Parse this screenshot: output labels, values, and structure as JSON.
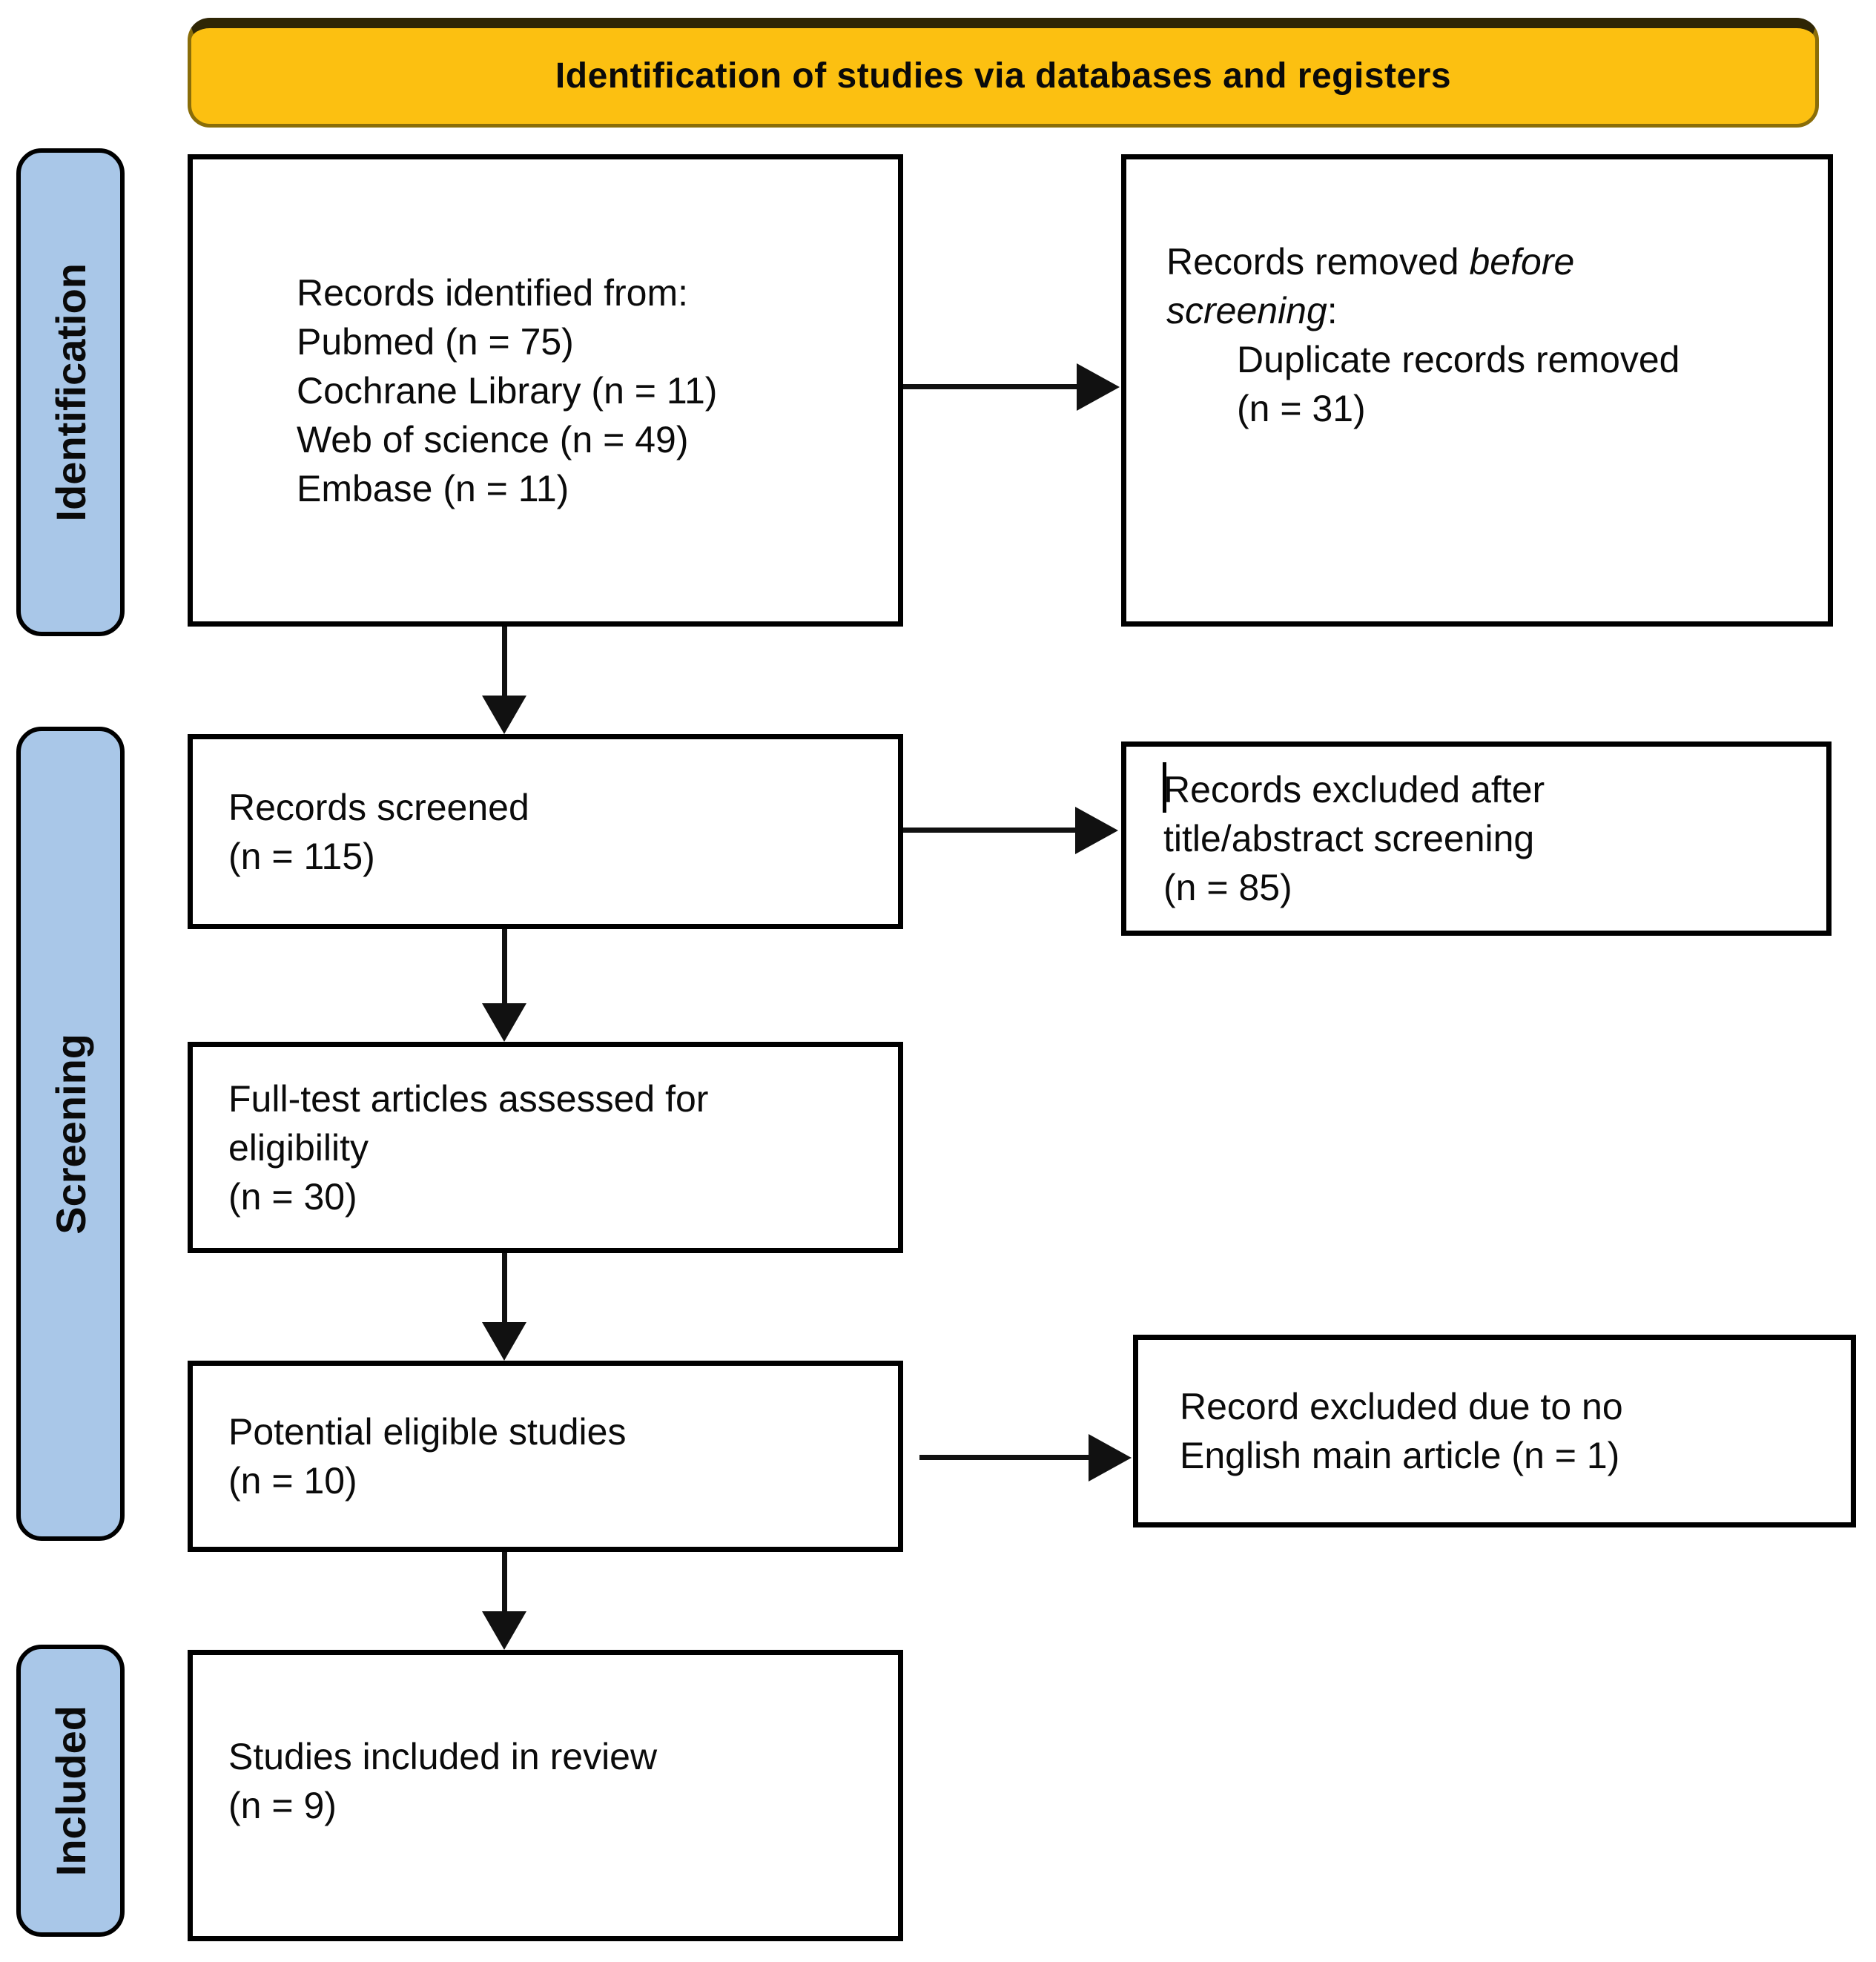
{
  "banner": {
    "title": "Identification of studies via databases and registers",
    "bg_color": "#FCC011",
    "border_color": "#8a6d08"
  },
  "phases": [
    {
      "label": "Identification"
    },
    {
      "label": "Screening"
    },
    {
      "label": "Included"
    }
  ],
  "phase_style": {
    "bg_color": "#A9C7E8",
    "border_color": "#000000"
  },
  "boxes": {
    "identified": {
      "lines": [
        "Records identified from:",
        "Pubmed (n = 75)",
        "Cochrane Library (n = 11)",
        "Web of science (n = 49)",
        "Embase (n = 11)"
      ]
    },
    "removed": {
      "l1a": "Records removed ",
      "l1b": "before",
      "l2a": "screening",
      "l2b": ":",
      "l3": "Duplicate records removed",
      "l4": "(n = 31)"
    },
    "screened": {
      "lines": [
        "Records screened",
        "(n = 115)"
      ]
    },
    "excluded_screening": {
      "lines": [
        "Records excluded after",
        "title/abstract screening",
        "(n = 85)"
      ]
    },
    "fulltext": {
      "lines": [
        "Full-test articles assessed for",
        "eligibility",
        "(n = 30)"
      ]
    },
    "potential": {
      "lines": [
        "Potential eligible studies",
        "(n = 10)"
      ]
    },
    "excluded_english": {
      "lines": [
        "Record excluded due to no",
        "English main article (n = 1)"
      ]
    },
    "included": {
      "lines": [
        "Studies included in review",
        "(n = 9)"
      ]
    }
  },
  "arrow_color": "#111111"
}
